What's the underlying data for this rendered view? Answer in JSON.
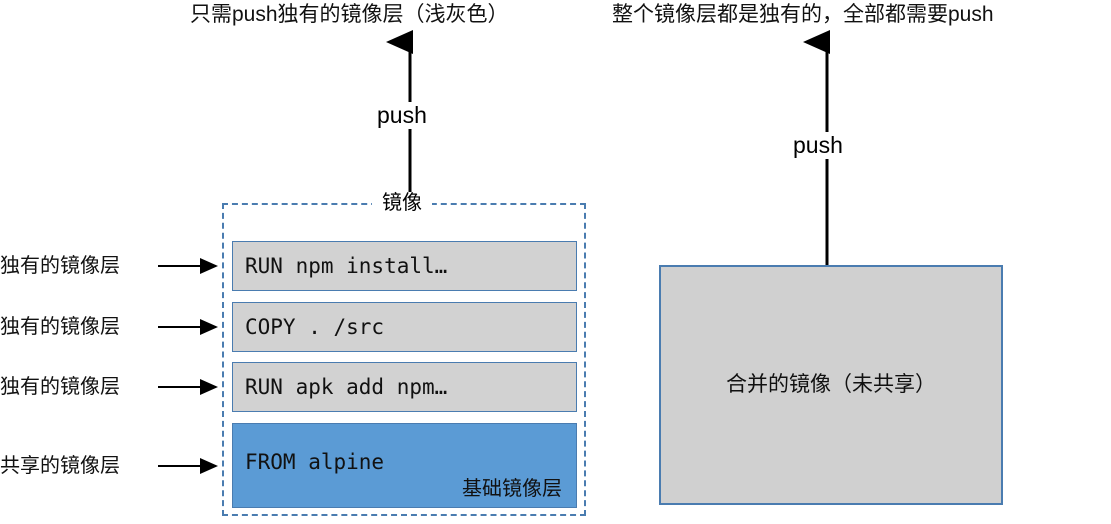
{
  "diagram": {
    "captions": {
      "left": "只需push独有的镜像层（浅灰色）",
      "right": "整个镜像层都是独有的，全部都需要push"
    },
    "arrows": {
      "push_left_label": "push",
      "push_right_label": "push"
    },
    "left_panel": {
      "container_title": "镜像",
      "layers": [
        {
          "command": "RUN npm install…",
          "annotation": "独有的镜像层",
          "fill": "#d2d2d2",
          "kind": "unique"
        },
        {
          "command": "COPY . /src",
          "annotation": "独有的镜像层",
          "fill": "#d2d2d2",
          "kind": "unique"
        },
        {
          "command": "RUN apk add npm…",
          "annotation": "独有的镜像层",
          "fill": "#d2d2d2",
          "kind": "unique"
        },
        {
          "command": "FROM alpine",
          "annotation": "共享的镜像层",
          "fill": "#5b9bd5",
          "kind": "base",
          "sublabel": "基础镜像层"
        }
      ]
    },
    "right_panel": {
      "merged_label": "合并的镜像（未共享）",
      "fill": "#d0d0d0"
    },
    "colors": {
      "unique_layer_fill": "#d2d2d2",
      "base_layer_fill": "#5b9bd5",
      "border_blue": "#4a7cb0",
      "merged_fill": "#d0d0d0",
      "stroke_black": "#000000"
    }
  }
}
